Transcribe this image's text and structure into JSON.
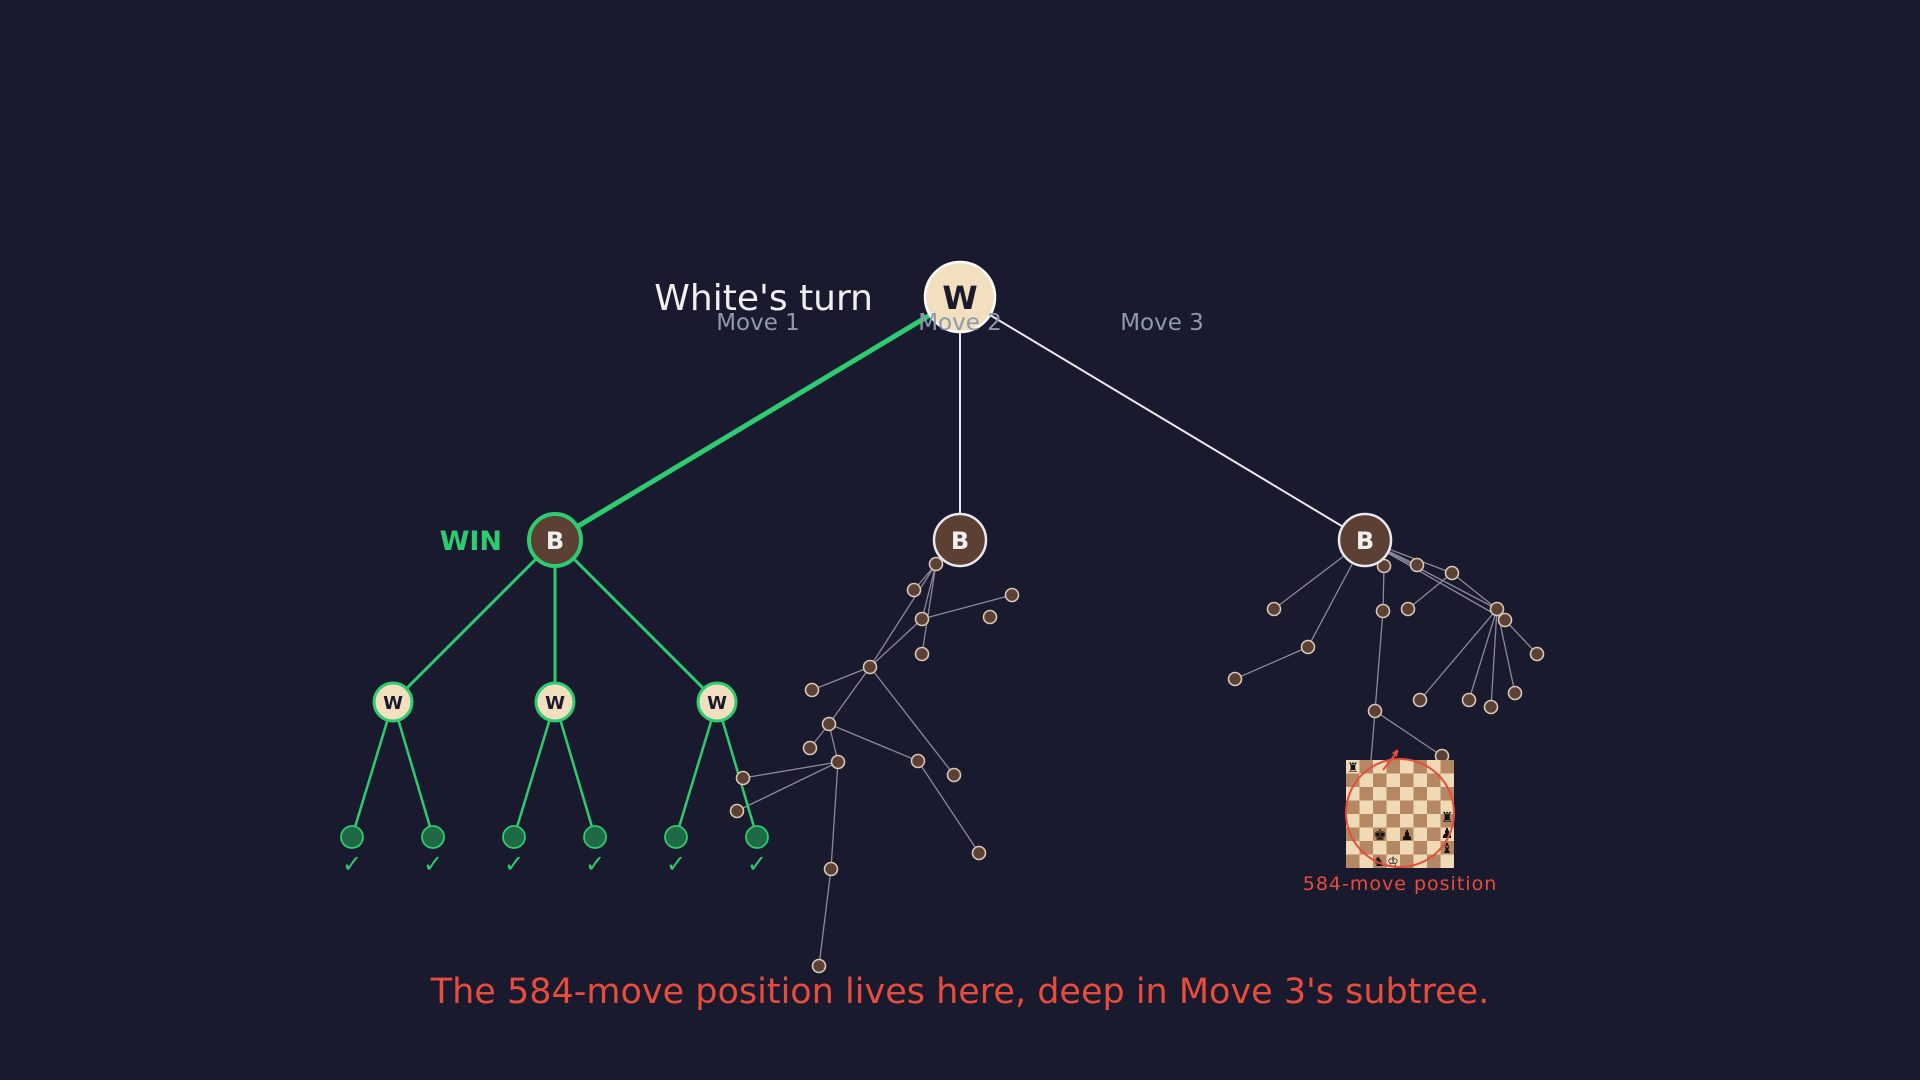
{
  "root": {
    "letter": "W",
    "label": "White's turn"
  },
  "move_labels": [
    "Move 1",
    "Move 2",
    "Move 3"
  ],
  "black_nodes": [
    {
      "letter": "B",
      "win": true
    },
    {
      "letter": "B",
      "win": false
    },
    {
      "letter": "B",
      "win": false
    }
  ],
  "win_label": "WIN",
  "white_children": [
    {
      "letter": "W"
    },
    {
      "letter": "W"
    },
    {
      "letter": "W"
    }
  ],
  "leaf_mark": "✓",
  "leaf_count": 6,
  "highlight": {
    "caption": "584-move position",
    "message": "The 584-move position lives here, deep in Move 3's subtree."
  },
  "colors": {
    "background": "#1a1a2e",
    "white_node": "#f2dfc0",
    "black_node": "#5c4033",
    "win_green": "#2ecc71",
    "highlight_red": "#e74c3c",
    "edge": "#e8e8ee",
    "muted_text": "#8e9aa8",
    "board_light": "#f0d9b5",
    "board_dark": "#b58863"
  }
}
